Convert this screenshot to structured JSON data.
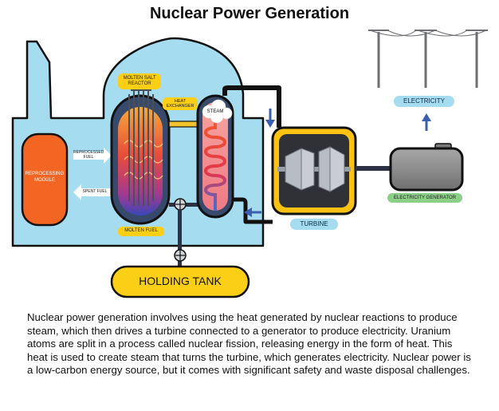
{
  "title": "Nuclear Power Generation",
  "labels": {
    "molten_salt_reactor": "MOLTEN SALT REACTOR",
    "heat_exchanger": "HEAT EXCHANGER",
    "steam": "STEAM",
    "reprocessing_module": "REPROCESSING MODULE",
    "reprocessed_fuel": "REPROCESSED FUEL",
    "spent_fuel": "SPENT FUEL",
    "molten_fuel": "MOLTEN FUEL",
    "holding_tank": "HOLDING TANK",
    "turbine": "TURBINE",
    "electricity": "ELECTRICITY",
    "electricity_generator": "ELECTRICITY GENERATOR"
  },
  "description": "Nuclear power generation involves using the heat generated by nuclear reactions to produce steam, which then drives a turbine connected to a generator to produce electricity. Uranium atoms are split in a process called nuclear fission, releasing energy in the form of heat. This heat is used to create steam that turns the turbine, which generates electricity. Nuclear power is a low-carbon energy source, but it comes with significant safety and waste disposal challenges.",
  "colors": {
    "building": "#a6dcf0",
    "outline": "#111111",
    "reprocessing": "#f26522",
    "holding_tank": "#fbcf16",
    "turbine_box": "#fcc213",
    "arrow": "#3a5fb0",
    "pill_blue": "#a6dcf0",
    "pill_green": "#8cd088"
  }
}
